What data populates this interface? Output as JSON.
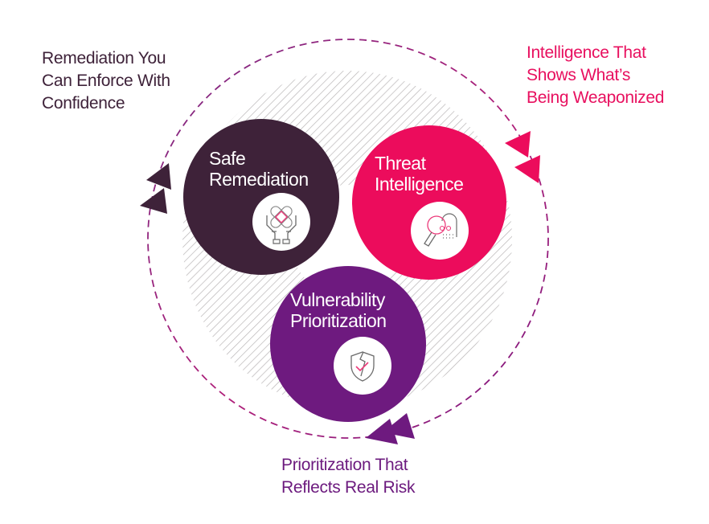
{
  "colors": {
    "remediation": "#3e2239",
    "intelligence": "#ec0c5c",
    "prioritization": "#6e1a7f",
    "hatch": "#b9b5b7",
    "icon_stroke": "#6b6b6b",
    "icon_accent": "#ec3a7a"
  },
  "captions": {
    "remediation": [
      "Remediation You",
      "Can Enforce With",
      "Confidence"
    ],
    "intelligence": [
      "Intelligence That",
      "Shows What’s",
      "Being Weaponized"
    ],
    "prioritization": [
      "Prioritization That",
      "Reflects Real Risk"
    ]
  },
  "nodes": [
    {
      "id": "safe-remediation",
      "label": [
        "Safe",
        "Remediation"
      ],
      "icon": "bandage-hands-icon"
    },
    {
      "id": "threat-intelligence",
      "label": [
        "Threat",
        "Intelligence"
      ],
      "icon": "magnifier-skull-icon"
    },
    {
      "id": "vulnerability-prioritization",
      "label": [
        "Vulnerability",
        "Prioritization"
      ],
      "icon": "broken-shield-check-icon"
    }
  ],
  "cycle": {
    "arrows": [
      "double-arrow-remediation",
      "double-arrow-intelligence",
      "double-arrow-prioritization"
    ],
    "style": "dashed"
  }
}
